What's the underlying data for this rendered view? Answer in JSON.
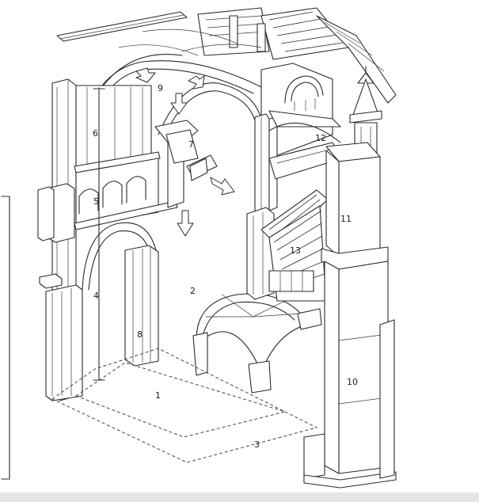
{
  "diagram": {
    "labels": [
      "1",
      "2",
      "3",
      "4",
      "5",
      "6",
      "7",
      "8",
      "9",
      "10",
      "11",
      "12",
      "13"
    ]
  },
  "colors": {
    "line": "#2b2b2b",
    "background": "#ffffff",
    "bar": "#e6e6e6"
  }
}
